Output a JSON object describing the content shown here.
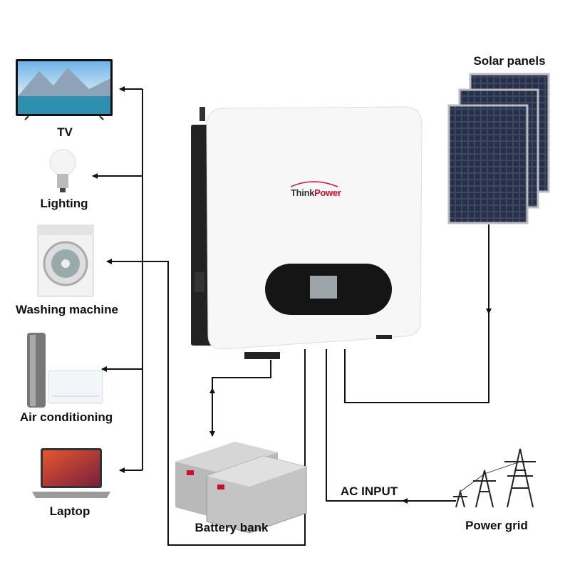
{
  "labels": {
    "solar": "Solar panels",
    "tv": "TV",
    "lighting": "Lighting",
    "washing": "Washing machine",
    "ac": "Air conditioning",
    "laptop": "Laptop",
    "battery": "Battery bank",
    "ac_input": "AC INPUT",
    "grid": "Power grid"
  },
  "inverter": {
    "brand": "ThinkPower",
    "brand_a": "Think",
    "brand_b": "Power"
  },
  "colors": {
    "line": "#111111",
    "brand_red": "#c8102e",
    "panel": "#1c2333"
  }
}
